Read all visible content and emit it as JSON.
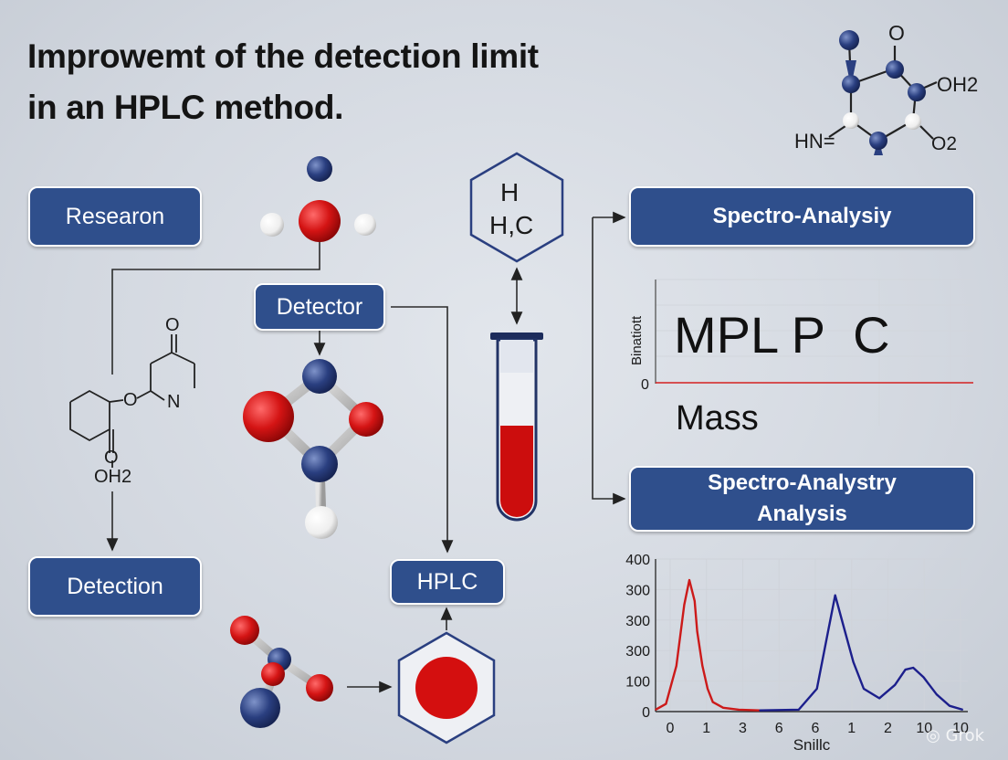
{
  "title": {
    "line1": "Improwemt of the detection limit",
    "line2": "in an HPLC method."
  },
  "boxes": {
    "research": "Researon",
    "detector": "Detector",
    "detection": "Detection",
    "hplc": "HPLC",
    "spectro_top": "Spectro-Analysiy",
    "spectro_bottom_line1": "Spectro-Analystry",
    "spectro_bottom_line2": "Analysis"
  },
  "molecule_labels": {
    "hex_top_line1": "H",
    "hex_top_line2": "H,C",
    "ring_o_top": "O",
    "ring_oh2": "OH2",
    "ring_hn": "HN=",
    "ring_o2": "O2",
    "left_o_top": "O",
    "left_n": "N",
    "left_o_mid": "O",
    "left_o_bottom": "O",
    "left_oh2": "OH2"
  },
  "mass_panel": {
    "ylabel": "Binatiott",
    "zero": "0",
    "big_text": "MPL P  C",
    "xlabel": "Mass"
  },
  "chart_data": {
    "type": "line",
    "title": "",
    "xlabel": "Snillc",
    "ylabel": "",
    "ylim": [
      0,
      400
    ],
    "yticks": [
      "0",
      "100",
      "300",
      "300",
      "300",
      "400"
    ],
    "xticks": [
      "0",
      "1",
      "3",
      "6",
      "6",
      "1",
      "2",
      "10",
      "10"
    ],
    "grid": true,
    "series": [
      {
        "color": "#cc1a1a",
        "x": [
          0,
          0.4,
          0.8,
          1.1,
          1.3,
          1.5,
          1.6,
          1.8,
          2.0,
          2.2,
          2.6,
          3.2,
          4.0
        ],
        "values": [
          5,
          20,
          120,
          280,
          345,
          290,
          210,
          120,
          60,
          25,
          10,
          5,
          3
        ]
      },
      {
        "color": "#1c1f8c",
        "x": [
          4.0,
          5.5,
          6.2,
          6.6,
          6.9,
          7.2,
          7.6,
          8.0,
          8.6,
          9.2,
          9.6,
          9.9,
          10.3,
          10.8,
          11.3,
          11.8
        ],
        "values": [
          3,
          5,
          60,
          200,
          305,
          230,
          130,
          60,
          35,
          70,
          110,
          115,
          90,
          45,
          15,
          5
        ]
      }
    ]
  },
  "colors": {
    "box_fill": "#2f4f8c",
    "atom_red": "#d41414",
    "atom_blue": "#2a3f80",
    "atom_white": "#f2f2f2",
    "red_series": "#cc1a1a",
    "blue_series": "#1c1f8c"
  },
  "watermark": "Grok"
}
